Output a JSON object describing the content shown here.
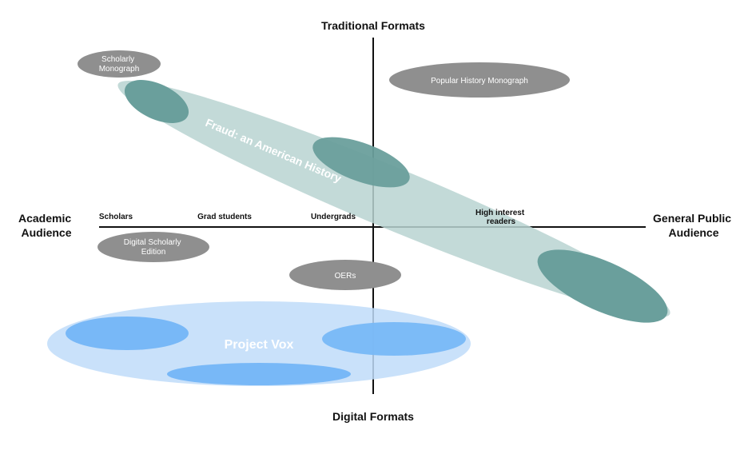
{
  "diagram": {
    "axes": {
      "top": "Traditional Formats",
      "bottom": "Digital Formats",
      "left": [
        "Academic",
        "Audience"
      ],
      "right": [
        "General Public",
        "Audience"
      ]
    },
    "audience_ticks": [
      {
        "label": [
          "Scholars"
        ]
      },
      {
        "label": [
          "Grad students"
        ]
      },
      {
        "label": [
          "Undergrads"
        ]
      },
      {
        "label": [
          "High interest",
          "readers"
        ]
      }
    ],
    "formats": [
      {
        "id": "scholarly-monograph",
        "label": [
          "Scholarly",
          "Monograph"
        ]
      },
      {
        "id": "popular-history-monograph",
        "label": [
          "Popular History Monograph"
        ]
      },
      {
        "id": "digital-scholarly-edition",
        "label": [
          "Digital Scholarly",
          "Edition"
        ]
      },
      {
        "id": "oers",
        "label": [
          "OERs"
        ]
      }
    ],
    "projects": [
      {
        "id": "fraud",
        "label": "Fraud: an American History",
        "color": "#c5dbd9",
        "accent": "#6a9f9c"
      },
      {
        "id": "project-vox",
        "label": "Project Vox",
        "color": "#cce3fa",
        "accent": "#78b8f7"
      }
    ],
    "colors": {
      "format_pill": "#8f8f8f",
      "axis": "#111111"
    }
  }
}
